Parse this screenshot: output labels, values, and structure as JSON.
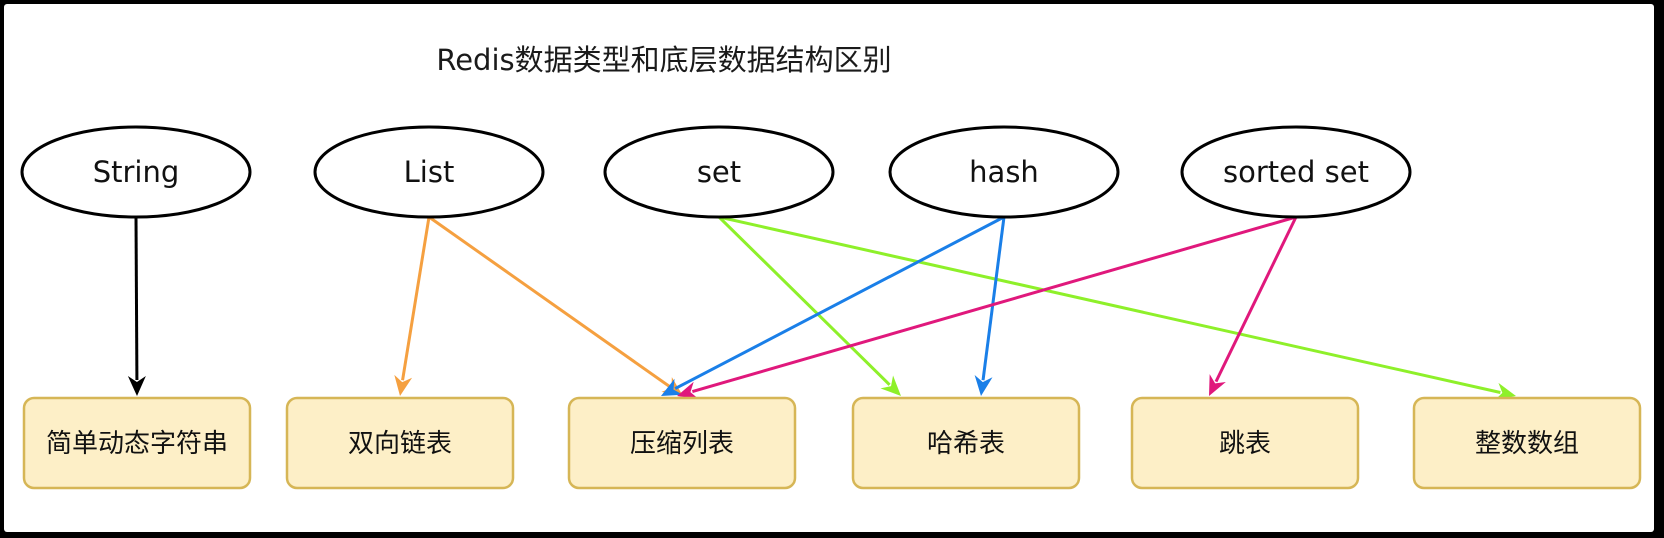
{
  "title": "Redis数据类型和底层数据结构区别",
  "colors": {
    "ellipse_fill": "#ffffff",
    "ellipse_stroke": "#000000",
    "box_fill": "#fdefc7",
    "box_stroke": "#d6b656"
  },
  "types": [
    {
      "id": "string",
      "label": "String"
    },
    {
      "id": "list",
      "label": "List"
    },
    {
      "id": "set",
      "label": "set"
    },
    {
      "id": "hash",
      "label": "hash"
    },
    {
      "id": "zset",
      "label": "sorted set"
    }
  ],
  "structures": [
    {
      "id": "sds",
      "label": "简单动态字符串"
    },
    {
      "id": "linkedlist",
      "label": "双向链表"
    },
    {
      "id": "ziplist",
      "label": "压缩列表"
    },
    {
      "id": "hashtable",
      "label": "哈希表"
    },
    {
      "id": "skiplist",
      "label": "跳表"
    },
    {
      "id": "intset",
      "label": "整数数组"
    }
  ],
  "edges": [
    {
      "from": "string",
      "to": "sds",
      "color": "#000000"
    },
    {
      "from": "list",
      "to": "linkedlist",
      "color": "#f5a040"
    },
    {
      "from": "list",
      "to": "ziplist",
      "color": "#f5a040"
    },
    {
      "from": "set",
      "to": "hashtable",
      "color": "#8ef02a"
    },
    {
      "from": "set",
      "to": "intset",
      "color": "#8ef02a"
    },
    {
      "from": "hash",
      "to": "ziplist",
      "color": "#1a7fe8"
    },
    {
      "from": "hash",
      "to": "hashtable",
      "color": "#1a7fe8"
    },
    {
      "from": "zset",
      "to": "ziplist",
      "color": "#e0187c"
    },
    {
      "from": "zset",
      "to": "skiplist",
      "color": "#e0187c"
    }
  ]
}
